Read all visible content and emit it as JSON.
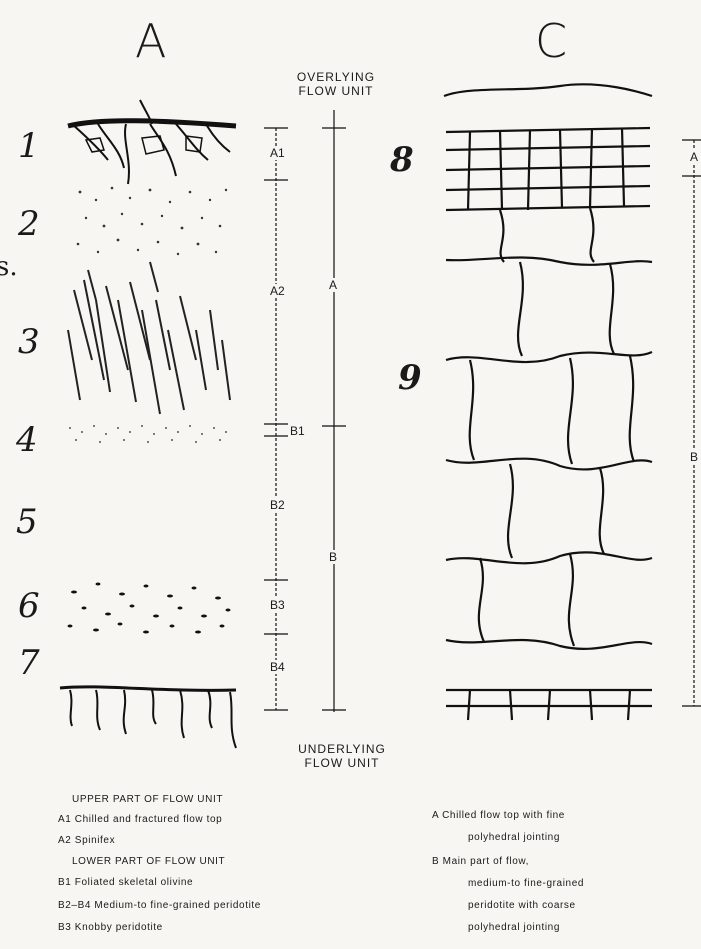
{
  "panels": {
    "left_title": "A",
    "right_title": "C",
    "stray_mark": "s."
  },
  "zone_numbers": [
    "1",
    "2",
    "3",
    "4",
    "5",
    "6",
    "7",
    "8",
    "9"
  ],
  "column_a": {
    "overlying": [
      "OVERLYING",
      "FLOW UNIT"
    ],
    "underlying": [
      "UNDERLYING",
      "FLOW UNIT"
    ],
    "segments": {
      "A1": "A1",
      "A2": "A2",
      "B1": "B1",
      "B2": "B2",
      "B3": "B3",
      "B4": "B4",
      "A": "A",
      "B": "B"
    }
  },
  "column_c": {
    "segments": {
      "A": "A",
      "B": "B"
    }
  },
  "legend_left": {
    "upper_heading": "UPPER PART OF FLOW UNIT",
    "a1": "A1   Chilled and fractured flow top",
    "a2": "A2   Spinifex",
    "lower_heading": "LOWER PART OF FLOW UNIT",
    "b1": "B1   Foliated skeletal olivine",
    "b2b4": "B2–B4   Medium-to fine-grained peridotite",
    "b3": "B3   Knobby peridotite"
  },
  "legend_right": {
    "a_line1": "A    Chilled flow top with fine",
    "a_line2": "polyhedral jointing",
    "b_line1": "B    Main part of flow,",
    "b_line2": "medium-to fine-grained",
    "b_line3": "peridotite with coarse",
    "b_line4": "polyhedral jointing"
  }
}
